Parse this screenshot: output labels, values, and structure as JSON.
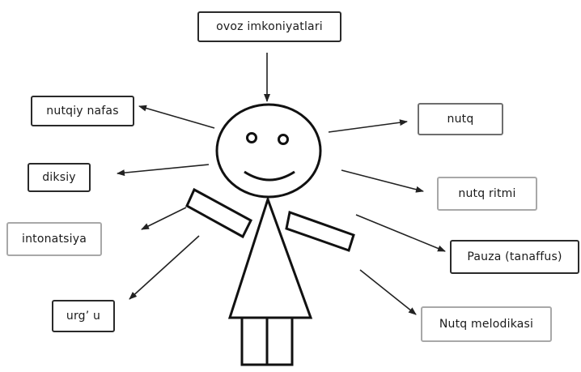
{
  "diagram": {
    "center": "ovoz imkoniyatlari",
    "items": [
      {
        "id": "nutqiy-nafas",
        "label": "nutqiy nafas"
      },
      {
        "id": "diksiya",
        "label": "diksiy"
      },
      {
        "id": "intonatsiya",
        "label": "intonatsiya"
      },
      {
        "id": "urgu",
        "label": "urg’ u"
      },
      {
        "id": "nutq",
        "label": "nutq"
      },
      {
        "id": "nutq-ritmi",
        "label": "nutq ritmi"
      },
      {
        "id": "pauza",
        "label": "Pauza (tanaffus)"
      },
      {
        "id": "nutq-melodikasi",
        "label": "Nutq melodikasi"
      }
    ]
  }
}
